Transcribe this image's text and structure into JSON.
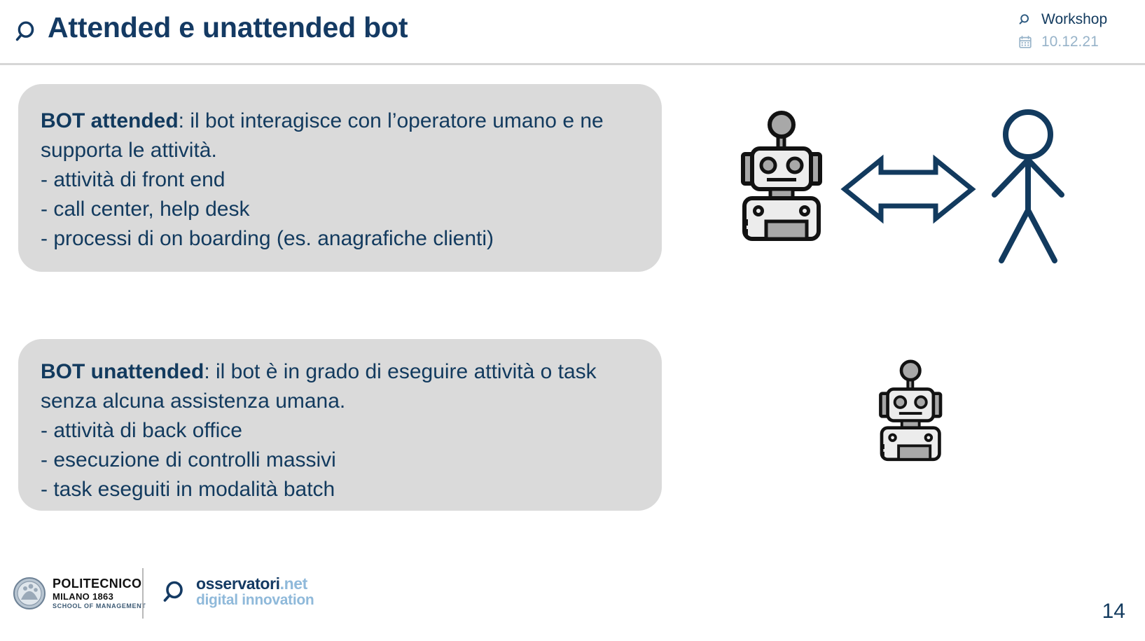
{
  "header": {
    "title": "Attended e unattended bot",
    "title_icon": "magnifier-icon",
    "meta": {
      "kind_icon": "magnifier-icon",
      "kind": "Workshop",
      "date_icon": "calendar-icon",
      "date": "10.12.21"
    }
  },
  "boxes": [
    {
      "id": "attended",
      "lead_bold": "BOT attended",
      "lead_rest": ": il bot  interagisce con l’operatore umano e ne supporta le attività.",
      "bullets": [
        "- attività di front end",
        "- call center, help desk",
        "- processi di on boarding (es. anagrafiche clienti)"
      ]
    },
    {
      "id": "unattended",
      "lead_bold": "BOT unattended",
      "lead_rest": ": il bot è in grado di eseguire attività o task senza alcuna assistenza umana.",
      "bullets": [
        "- attività di back office",
        "- esecuzione di controlli massivi",
        "- task eseguiti in modalità batch"
      ]
    }
  ],
  "graphics": {
    "attended": {
      "robot_icon": "robot-icon",
      "arrow_icon": "double-headed-arrow-icon",
      "person_icon": "stick-figure-person-icon"
    },
    "unattended": {
      "robot_icon": "robot-icon"
    }
  },
  "footer": {
    "politecnico": {
      "seal_icon": "politecnico-seal-icon",
      "line1": "POLITECNICO",
      "line2": "MILANO 1863",
      "line3": "SCHOOL OF MANAGEMENT"
    },
    "osservatori": {
      "mark_icon": "osservatori-magnifier-icon",
      "name_dark": "osservatori",
      "name_light": ".net",
      "tagline": "digital innovation"
    },
    "page_number": "14"
  },
  "colors": {
    "navy": "#123a5e",
    "title_navy": "#143a63",
    "light_blue": "#97b3c9",
    "box_gray": "#dadada",
    "rule_gray": "#d6d6d6",
    "robot_body": "#ececec",
    "robot_accent": "#a8a8a8",
    "robot_outline": "#121212"
  }
}
